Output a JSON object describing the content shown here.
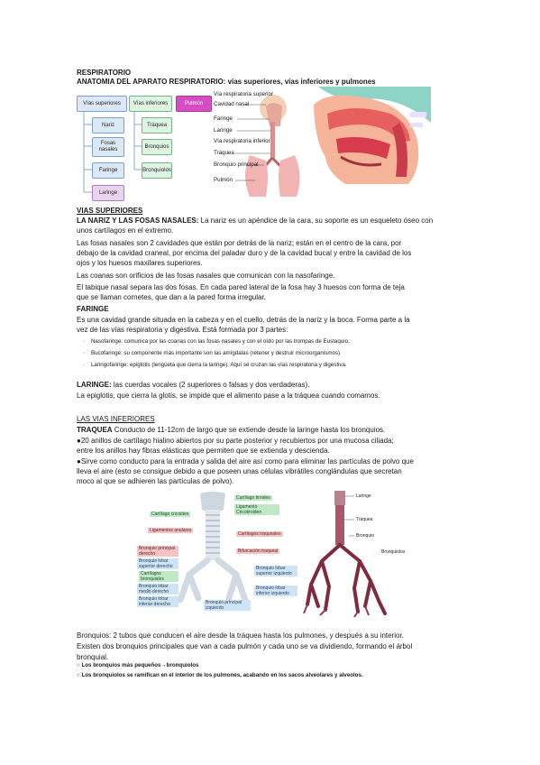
{
  "header": {
    "title": "RESPIRATORIO",
    "subtitle": "ANATOMIA DEL APARATO RESPIRATORIO: vías superiores, vías inferiores y pulmones"
  },
  "concept_map": {
    "col1_head": "Vías superiores",
    "col1_items": [
      "Nariz",
      "Fosas nasales",
      "Faringe",
      "Laringe"
    ],
    "col2_head": "Vías inferiores",
    "col2_items": [
      "Tráquea",
      "Bronquios",
      "Bronquiolos"
    ],
    "col3_head": "Pulmón"
  },
  "diagram_left_labels": [
    "Vía respiratoria superior",
    "Cavidad nasal",
    "Faringe",
    "Laringe",
    "Vía respiratoria inferior",
    "Tráquea",
    "Bronquio principal",
    "Pulmón"
  ],
  "vias_superiores": {
    "heading": "VIAS SUPERIORES",
    "p1_bold": "LA NARIZ Y LAS FOSAS NASALES:",
    "p1_l1": " La nariz es un apéndice de la cara, su soporte es un esqueleto óseo con",
    "p1_l2": "unos cartílagos en el extremo.",
    "p2_l1": "Las fosas nasales son 2 cavidades que están por detrás de la nariz; están en el centro de la cara, por",
    "p2_l2": "debajo de la cavidad craneal, por encima del paladar duro y de la cavidad bucal y entre la cavidad de los",
    "p2_l3": "ojos y los huesos maxilares superiores.",
    "p3": "Las coanas son orificios de las fosas nasales que comunican con la nasofaringe.",
    "p4_l1": "El tabique nasal separa las dos fosas. En cada pared lateral de la fosa hay 3 huesos con forma de teja",
    "p4_l2": "que se llaman cornetes, que dan a la pared forma irregular.",
    "faringe_head": "FARINGE",
    "f_l1": "Es una cavidad grande situada en la cabeza y en el cuello, detrás de la nariz y la boca. Forma parte a la",
    "f_l2": "vez de las vías respiratoria y digestiva. Está formada por 3 partes:",
    "bullets": [
      "Nasofaringe: comunica por las coanas con las fosas nasales y con el oído por las trompas de Eustaquio.",
      "Bucofaringe: su componente más importante son las amígdalas (retener y destruir microorganismos)",
      "Laringofaringe: epiglotis (lengüeta que cierra la laringe). Aquí se cruzan las vías respiratoria y digestiva."
    ],
    "laringe_bold": "LARINGE:",
    "laringe_l1": " las cuerdas vocales (2 superiores o falsas y dos verdaderas).",
    "laringe_l2": "La epiglotis, que cierra la glotis, se impide que el alimento pase a la tráquea cuando comamos."
  },
  "vias_inferiores": {
    "heading": "LAS VIAS INFERIORES",
    "tr_bold": "TRAQUEA",
    "tr_l1": " Conducto de 11-12cm de largo que se extiende desde la laringe hasta los bronquios.",
    "tr_l2": "●20 anillos de cartílago hialino abiertos por su parte posterior y recubiertos por una mucosa ciliada;",
    "tr_l3": "entre los anillos hay fibras elásticas que permiten que se extienda y descienda.",
    "tr_l4": "●Sirve como conducto para la entrada y salida del aire así como para eliminar las partículas de polvo que",
    "tr_l5": "lleva el aire (esto se consigue debido a que poseen unas células vibrátiles conglándulas que secretan",
    "tr_l6": "moco al que se adhieren las partículas de polvo)."
  },
  "trachea_labels": {
    "cartilago_tiroides": "Cartílago tiroides",
    "cartilago_cricoides": "Cartílago cricoides",
    "ligamento_crico": "Ligamento Cricotiroideo",
    "ligamentos_anulares": "Ligamentos anulares",
    "cartilagos_traqueales": "Cartílagos traqueales",
    "bifurcacion": "Bifurcación traqueal",
    "bronquio_der": "Bronquio principal derecho",
    "bronquio_lob_sup_der": "Bronquio lobar superior derecho",
    "cart_bronquiales": "Cartílagos bronquiales",
    "bronquio_lob_medio_der": "Bronquio lobar medio derecho",
    "bronquio_lob_inf_der": "Bronquio lobar inferior derecho",
    "bronquio_lob_sup_izq": "Bronquio lobar superior izquierdo",
    "bronquio_lob_inf_izq": "Bronquio lobar inferior izquierdo",
    "bronquio_izq": "Bronquio principal izquierdo",
    "r_laringe": "Laringe",
    "r_traquea": "Tráquea",
    "r_bronquio": "Bronquio",
    "r_bronquiolos": "Bronquiolos"
  },
  "bronquios": {
    "l1": "Bronquios: 2 tubos que conducen el aire desde la tráquea hasta los pulmones, y después a su interior.",
    "l2": "Existen dos bronquios principales que van a cada pulmón y cada uno se va dividiendo, formando el árbol",
    "l3": "bronquial.",
    "b1": "Los bronquios más pequeños→bronquiolos",
    "b2": "Los bronquiolos se ramifican en el interior de los pulmones, acabando en los sacos alveolares y alveolos."
  }
}
